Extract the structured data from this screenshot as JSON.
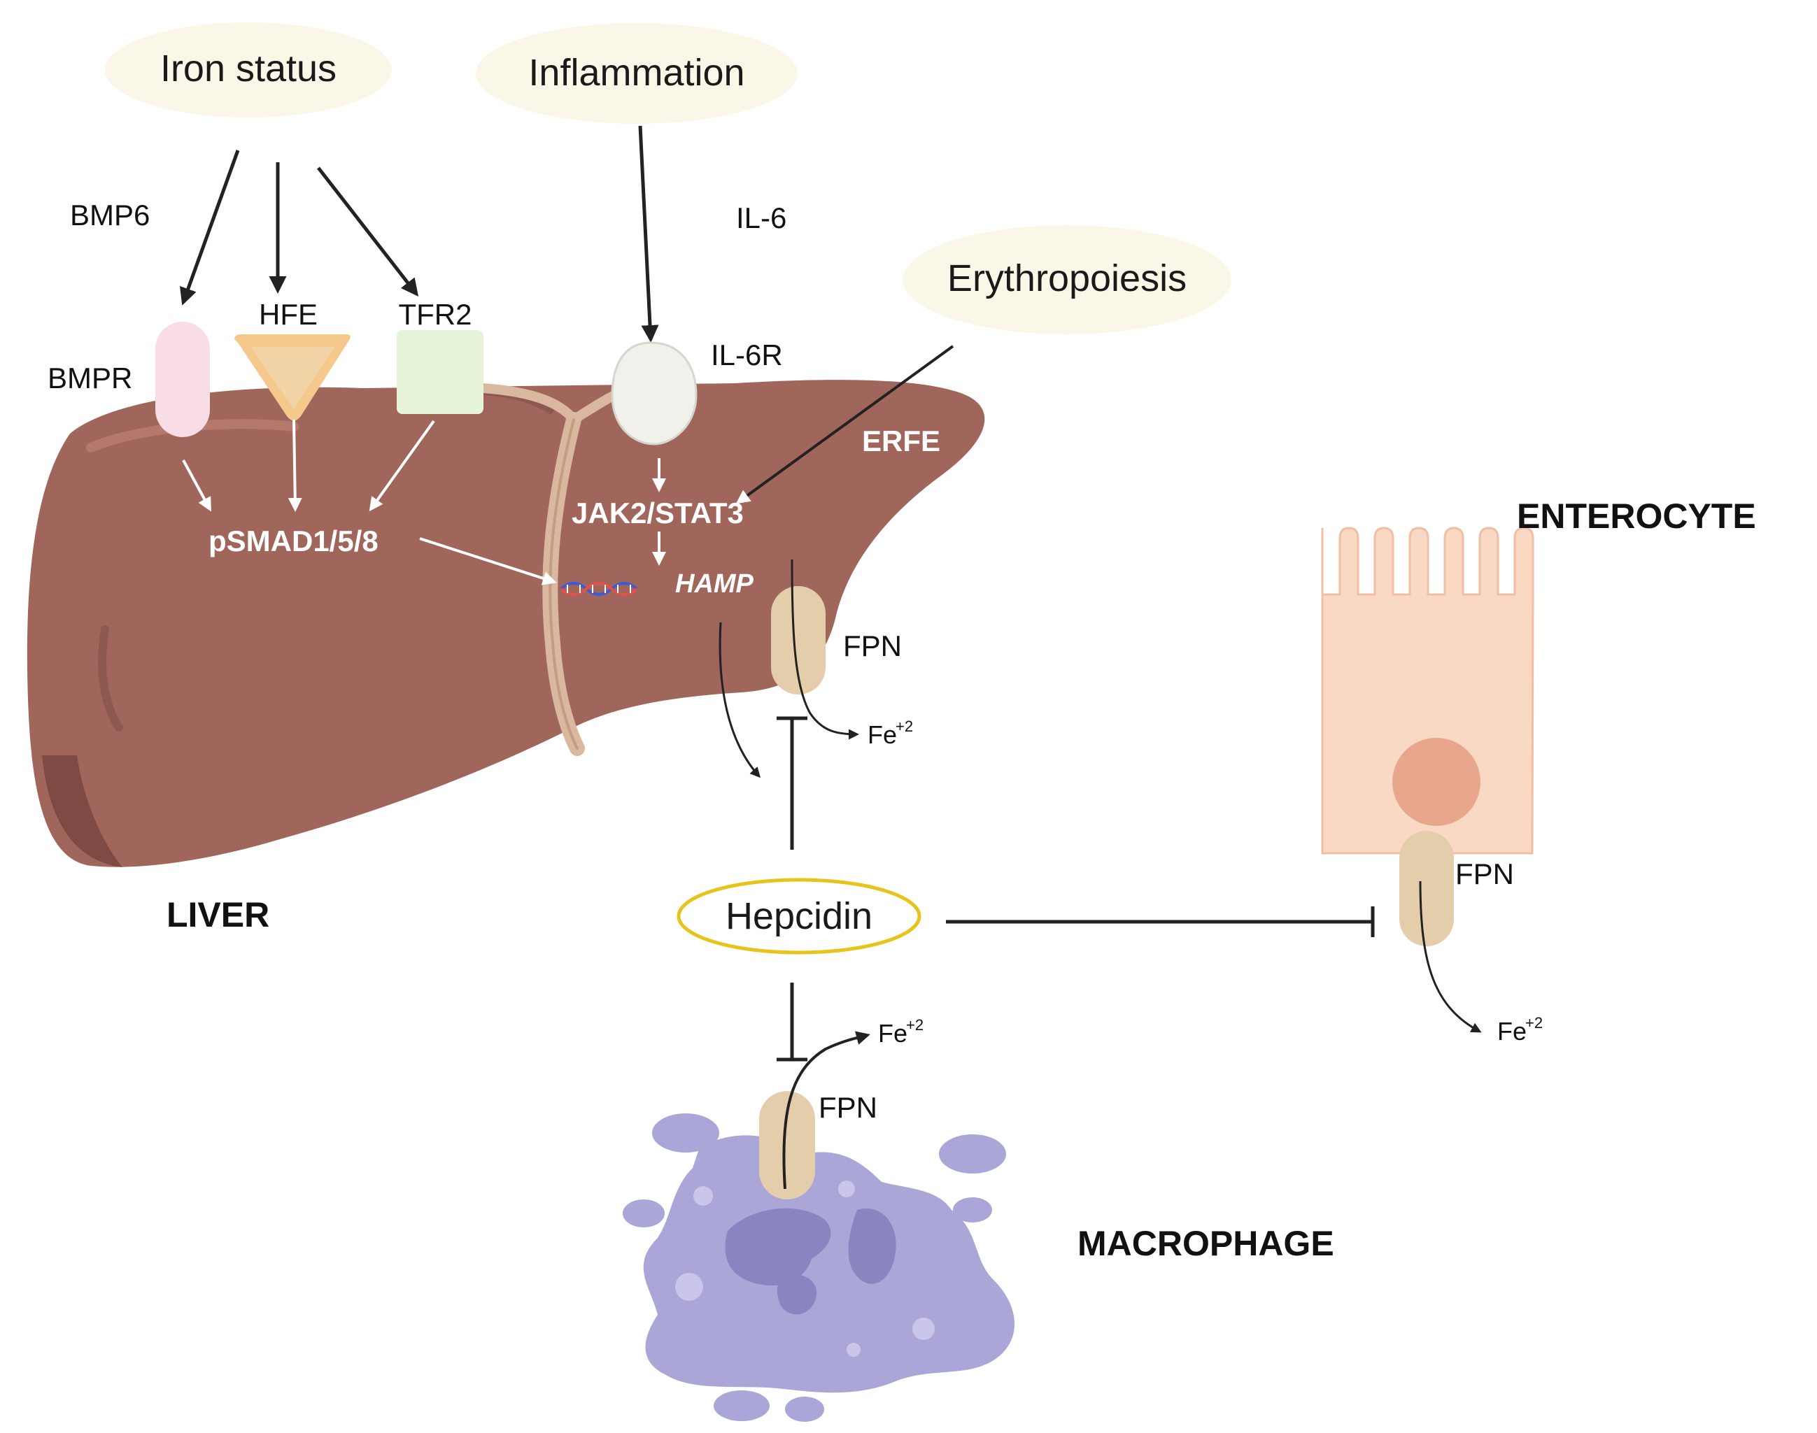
{
  "inputs": {
    "iron_status": "Iron status",
    "inflammation": "Inflammation",
    "erythropoiesis": "Erythropoiesis"
  },
  "labels": {
    "bmp6": "BMP6",
    "il6": "IL-6",
    "bmpr": "BMPR",
    "hfe": "HFE",
    "tfr2": "TFR2",
    "il6r": "IL-6R",
    "erfe": "ERFE",
    "psmad": "pSMAD1/5/8",
    "jak_stat": "JAK2/STAT3",
    "hamp": "HAMP",
    "hepcidin": "Hepcidin",
    "fpn_liver": "FPN",
    "fpn_enterocyte": "FPN",
    "fpn_macrophage": "FPN",
    "fe_base": "Fe",
    "fe_sup": "+2"
  },
  "organs": {
    "liver": "LIVER",
    "enterocyte": "ENTEROCYTE",
    "macrophage": "MACROPHAGE"
  },
  "colors": {
    "liver": "#a0665c",
    "liver_dark": "#7e4a43",
    "ligament": "#d9b89f",
    "cloud": "#fbf7e8",
    "bmpr": "#f8dde6",
    "hfe": "#f5c98c",
    "tfr2": "#e6f4d9",
    "il6r": "#f1f1ec",
    "fpn": "#e3cdaa",
    "enterocyte": "#fad9c4",
    "enterocyte_nucleus": "#e8a78c",
    "macrophage": "#aaa6d8",
    "macrophage_dark": "#8a85c0",
    "hepcidin_ring": "#e6c419"
  }
}
